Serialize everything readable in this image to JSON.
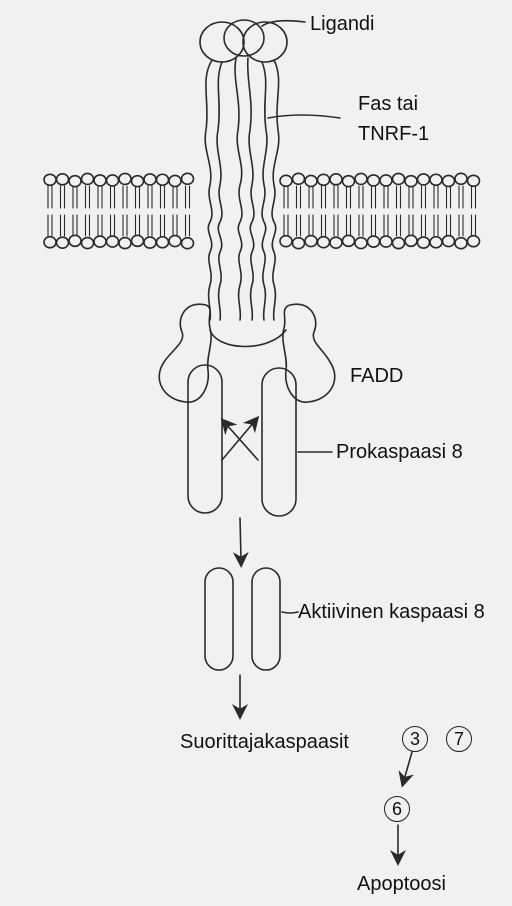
{
  "labels": {
    "ligand": "Ligandi",
    "receptor_line1": "Fas tai",
    "receptor_line2": "TNRF-1",
    "fadd": "FADD",
    "procaspase": "Prokaspaasi 8",
    "active_caspase": "Aktiivinen kaspaasi 8",
    "executor_caspases": "Suorittajakaspaasit",
    "apoptosis": "Apoptoosi"
  },
  "caspase_numbers": {
    "c3": "3",
    "c7": "7",
    "c6": "6"
  },
  "colors": {
    "ink": "#2a2a2a",
    "paper": "#f1f1f1"
  }
}
